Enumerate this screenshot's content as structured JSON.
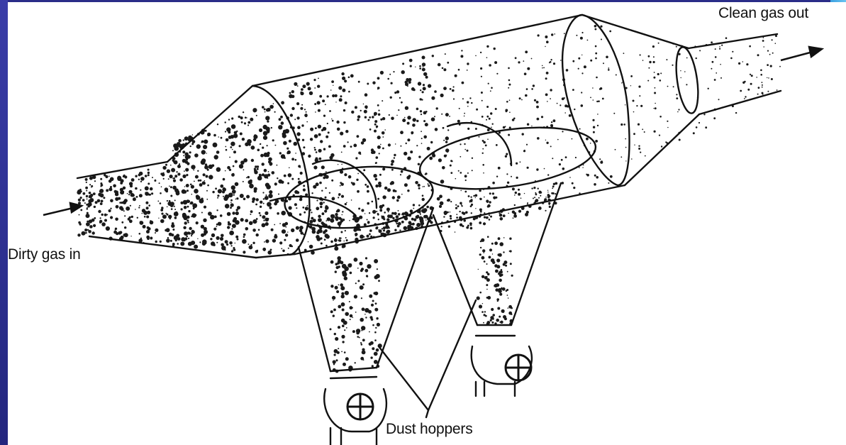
{
  "labels": {
    "clean_gas_out": "Clean  gas out",
    "dirty_gas_in": "Dirty gas in",
    "dust_hoppers": "Dust hoppers"
  },
  "colors": {
    "frame": "#2e3192",
    "canvas": "#ffffff",
    "ink": "#111111"
  },
  "icons": [
    "inlet-arrow-icon",
    "outlet-arrow-icon",
    "valve-wheel-icon"
  ]
}
